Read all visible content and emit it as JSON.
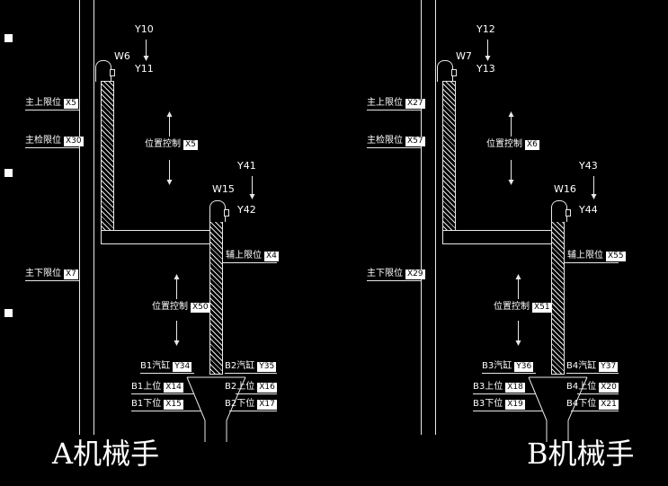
{
  "colors": {
    "background": "#000000",
    "line": "#e8e8e8",
    "text": "#ffffff",
    "value_box_bg": "#ffffff",
    "value_box_text": "#000000"
  },
  "manipulators": [
    {
      "title": "A机械手",
      "main_sensor": "W6",
      "aux_sensor": "W15",
      "signal_main": {
        "top": "Y10",
        "bottom": "Y11"
      },
      "signal_aux": {
        "top": "Y41",
        "bottom": "Y42"
      },
      "limit_upper": {
        "label": "主上限位",
        "value": "X5"
      },
      "limit_check": {
        "label": "主检限位",
        "value": "X30"
      },
      "limit_lower": {
        "label": "主下限位",
        "value": "X7"
      },
      "limit_aux": {
        "label": "辅上限位",
        "value": "X4"
      },
      "pc_main": {
        "label": "位置控制",
        "value": "X5"
      },
      "pc_aux": {
        "label": "位置控制",
        "value": "X50"
      },
      "cyl_left": {
        "name": "B1汽缸",
        "output": "Y34",
        "up_label": "B1上位",
        "up_value": "X14",
        "down_label": "B1下位",
        "down_value": "X15"
      },
      "cyl_right": {
        "name": "B2汽缸",
        "output": "Y35",
        "up_label": "B2上位",
        "up_value": "X16",
        "down_label": "B2下位",
        "down_value": "X17"
      }
    },
    {
      "title": "B机械手",
      "main_sensor": "W7",
      "aux_sensor": "W16",
      "signal_main": {
        "top": "Y12",
        "bottom": "Y13"
      },
      "signal_aux": {
        "top": "Y43",
        "bottom": "Y44"
      },
      "limit_upper": {
        "label": "主上限位",
        "value": "X27"
      },
      "limit_check": {
        "label": "主检限位",
        "value": "X57"
      },
      "limit_lower": {
        "label": "主下限位",
        "value": "X29"
      },
      "limit_aux": {
        "label": "辅上限位",
        "value": "X55"
      },
      "pc_main": {
        "label": "位置控制",
        "value": "X6"
      },
      "pc_aux": {
        "label": "位置控制",
        "value": "X51"
      },
      "cyl_left": {
        "name": "B3汽缸",
        "output": "Y36",
        "up_label": "B3上位",
        "up_value": "X18",
        "down_label": "B3下位",
        "down_value": "X19"
      },
      "cyl_right": {
        "name": "B4汽缸",
        "output": "Y37",
        "up_label": "B4上位",
        "up_value": "X20",
        "down_label": "B4下位",
        "down_value": "X21"
      }
    }
  ]
}
